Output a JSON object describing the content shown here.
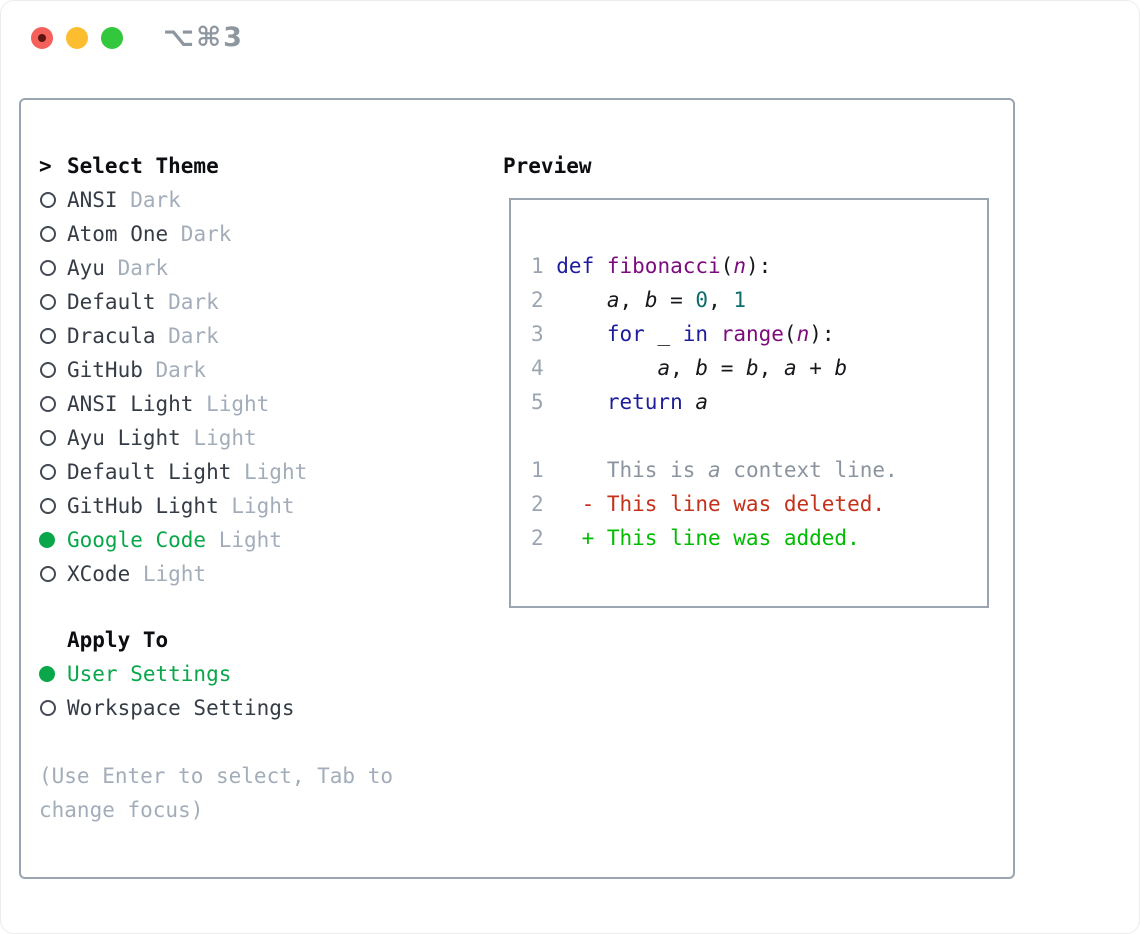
{
  "colors": {
    "accent_green": "#0aa74a",
    "keyword": "#1c1c9c",
    "function": "#7d0b7d",
    "literal": "#0e6d6d",
    "deleted": "#c5301a",
    "added": "#00bc00",
    "context": "#8b949e",
    "line_number": "#9aa5b1",
    "code_plain": "#16181c",
    "text_primary": "#353c46",
    "text_muted": "#a3adba",
    "heading": "#0b0d10",
    "border": "#9aa5b1",
    "ring": "#434a54",
    "title": "#8e969f",
    "traffic_red": "#f4605a",
    "traffic_red_dot": "#5e1410",
    "traffic_yellow": "#fcbe2f",
    "traffic_green": "#32c73c"
  },
  "window": {
    "title": "⌥⌘3"
  },
  "theme_selector": {
    "prompt": ">",
    "title": "Select Theme",
    "themes": [
      {
        "name": "ANSI",
        "variant": "Dark",
        "selected": false
      },
      {
        "name": "Atom One",
        "variant": "Dark",
        "selected": false
      },
      {
        "name": "Ayu",
        "variant": "Dark",
        "selected": false
      },
      {
        "name": "Default",
        "variant": "Dark",
        "selected": false
      },
      {
        "name": "Dracula",
        "variant": "Dark",
        "selected": false
      },
      {
        "name": "GitHub",
        "variant": "Dark",
        "selected": false
      },
      {
        "name": "ANSI Light",
        "variant": "Light",
        "selected": false
      },
      {
        "name": "Ayu Light",
        "variant": "Light",
        "selected": false
      },
      {
        "name": "Default Light",
        "variant": "Light",
        "selected": false
      },
      {
        "name": "GitHub Light",
        "variant": "Light",
        "selected": false
      },
      {
        "name": "Google Code",
        "variant": "Light",
        "selected": true
      },
      {
        "name": "XCode",
        "variant": "Light",
        "selected": false
      }
    ],
    "apply_to": {
      "title": "Apply To",
      "options": [
        {
          "label": "User Settings",
          "selected": true
        },
        {
          "label": "Workspace Settings",
          "selected": false
        }
      ]
    },
    "help_text": "(Use Enter to select, Tab to change focus)"
  },
  "preview": {
    "title": "Preview",
    "lines": [
      {
        "number": "1",
        "segments": [
          {
            "style": "kw",
            "text": "def"
          },
          {
            "style": "plain",
            "text": " "
          },
          {
            "style": "fn",
            "text": "fibonacci"
          },
          {
            "style": "plain",
            "text": "("
          },
          {
            "style": "arg",
            "text": "n"
          },
          {
            "style": "plain",
            "text": "):"
          }
        ]
      },
      {
        "number": "2",
        "segments": [
          {
            "style": "plain",
            "text": "    "
          },
          {
            "style": "var",
            "text": "a"
          },
          {
            "style": "plain",
            "text": ", "
          },
          {
            "style": "var",
            "text": "b"
          },
          {
            "style": "plain",
            "text": " = "
          },
          {
            "style": "num",
            "text": "0"
          },
          {
            "style": "plain",
            "text": ", "
          },
          {
            "style": "num",
            "text": "1"
          }
        ]
      },
      {
        "number": "3",
        "segments": [
          {
            "style": "plain",
            "text": "    "
          },
          {
            "style": "kw",
            "text": "for"
          },
          {
            "style": "plain",
            "text": " _ "
          },
          {
            "style": "kw",
            "text": "in"
          },
          {
            "style": "plain",
            "text": " "
          },
          {
            "style": "fn",
            "text": "range"
          },
          {
            "style": "plain",
            "text": "("
          },
          {
            "style": "arg",
            "text": "n"
          },
          {
            "style": "plain",
            "text": "):"
          }
        ]
      },
      {
        "number": "4",
        "segments": [
          {
            "style": "plain",
            "text": "        "
          },
          {
            "style": "var",
            "text": "a"
          },
          {
            "style": "plain",
            "text": ", "
          },
          {
            "style": "var",
            "text": "b"
          },
          {
            "style": "plain",
            "text": " = "
          },
          {
            "style": "var",
            "text": "b"
          },
          {
            "style": "plain",
            "text": ", "
          },
          {
            "style": "var",
            "text": "a"
          },
          {
            "style": "plain",
            "text": " + "
          },
          {
            "style": "var",
            "text": "b"
          }
        ]
      },
      {
        "number": "5",
        "segments": [
          {
            "style": "plain",
            "text": "    "
          },
          {
            "style": "kw",
            "text": "return"
          },
          {
            "style": "plain",
            "text": " "
          },
          {
            "style": "var",
            "text": "a"
          }
        ]
      },
      {
        "blank": true
      },
      {
        "number": "1",
        "segments": [
          {
            "style": "ctx",
            "text": "    This is "
          },
          {
            "style": "ctx_var",
            "text": "a"
          },
          {
            "style": "ctx",
            "text": " context line."
          }
        ]
      },
      {
        "number": "2",
        "segments": [
          {
            "style": "del",
            "text": "  - This line was deleted."
          }
        ]
      },
      {
        "number": "2",
        "segments": [
          {
            "style": "add",
            "text": "  + This line was added."
          }
        ]
      }
    ]
  }
}
